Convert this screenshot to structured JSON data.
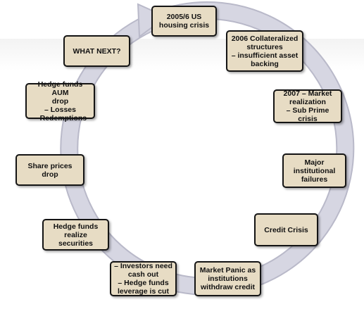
{
  "colors": {
    "node_fill": "#e7dcc4",
    "node_border": "#141414",
    "arrow_fill": "#d4d4e0",
    "arrow_edge": "#b8b8c8",
    "background_band": "#f2f2f2"
  },
  "cycle_direction": "clockwise",
  "nodes": [
    {
      "id": "housing",
      "label": "2005/6 US\nhousing crisis"
    },
    {
      "id": "collateralized",
      "label": "2006 Collateralized\nstructures\n– insufficient asset\nbacking"
    },
    {
      "id": "market-realization",
      "label": "2007 – Market\nrealization\n– Sub Prime crisis"
    },
    {
      "id": "institutional-failures",
      "label": "Major\ninstitutional\nfailures"
    },
    {
      "id": "credit-crisis",
      "label": "Credit Crisis"
    },
    {
      "id": "market-panic",
      "label": "Market Panic as\ninstitutions\nwithdraw credit"
    },
    {
      "id": "investors-cash-out",
      "label": "– Investors need\ncash out\n– Hedge funds\nleverage is cut"
    },
    {
      "id": "realize-securities",
      "label": "Hedge funds\nrealize securities"
    },
    {
      "id": "share-prices",
      "label": "Share prices drop"
    },
    {
      "id": "aum-drop",
      "label": "Hedge funds AUM\ndrop\n– Losses\n– Redemptions"
    },
    {
      "id": "what-next",
      "label": "WHAT NEXT?"
    }
  ]
}
